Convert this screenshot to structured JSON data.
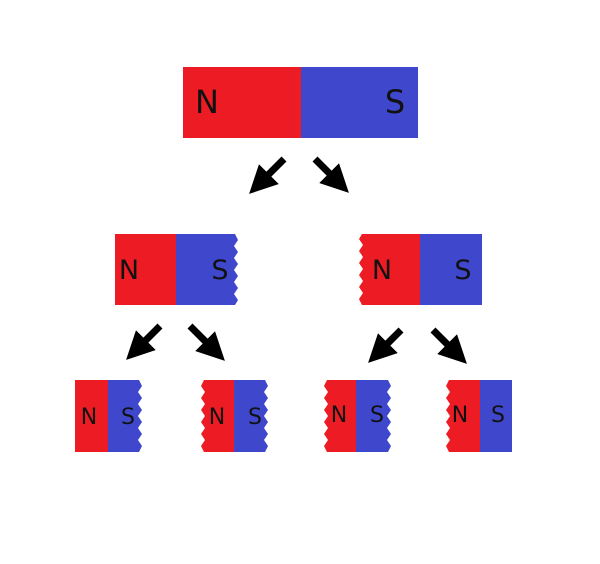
{
  "colors": {
    "north": "#ED1C24",
    "south": "#3F48CC",
    "arrow": "#000000",
    "background": "#FFFFFF"
  },
  "magnets": [
    {
      "id": "level1-magnet",
      "north_label": "N",
      "south_label": "S"
    },
    {
      "id": "level2-left-magnet",
      "north_label": "N",
      "south_label": "S"
    },
    {
      "id": "level2-right-magnet",
      "north_label": "N",
      "south_label": "S"
    },
    {
      "id": "level3-magnet-1",
      "north_label": "N",
      "south_label": "S"
    },
    {
      "id": "level3-magnet-2",
      "north_label": "N",
      "south_label": "S"
    },
    {
      "id": "level3-magnet-3",
      "north_label": "N",
      "south_label": "S"
    },
    {
      "id": "level3-magnet-4",
      "north_label": "N",
      "south_label": "S"
    }
  ],
  "arrows": [
    {
      "id": "arrow-split-top-left",
      "direction": "down-left"
    },
    {
      "id": "arrow-split-top-right",
      "direction": "down-right"
    },
    {
      "id": "arrow-split-mid-left-1",
      "direction": "down-left"
    },
    {
      "id": "arrow-split-mid-left-2",
      "direction": "down-right"
    },
    {
      "id": "arrow-split-mid-right-1",
      "direction": "down-left"
    },
    {
      "id": "arrow-split-mid-right-2",
      "direction": "down-right"
    }
  ]
}
